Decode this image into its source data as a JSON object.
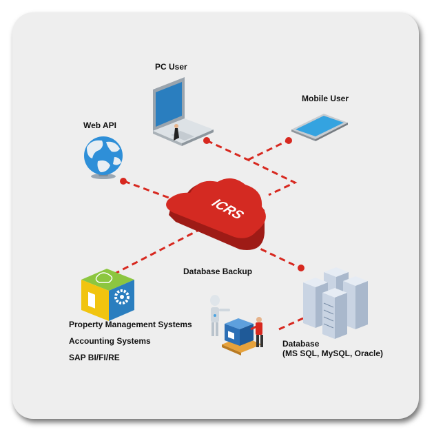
{
  "diagram": {
    "cloud_text": "ICRS",
    "nodes": {
      "pc_user": "PC User",
      "mobile_user": "Mobile User",
      "web_api": "Web API",
      "database_backup": "Database Backup",
      "pms": "Property Management Systems",
      "accounting": "Accounting Systems",
      "sap": "SAP BI/FI/RE",
      "database": "Database",
      "database_types": "(MS SQL, MySQL, Oracle)"
    },
    "icons": [
      "laptop-icon",
      "tablet-icon",
      "globe-icon",
      "cloud-icon",
      "integration-cube-icon",
      "server-rack-icon",
      "robot-icon",
      "worker-pallet-icon"
    ],
    "colors": {
      "connector": "#d7281f",
      "cloud": "#d42a22",
      "cube_green": "#8cc63f",
      "cube_blue": "#2a7ebf",
      "cube_yellow": "#f1c40f",
      "server": "#c9d4e3"
    }
  }
}
